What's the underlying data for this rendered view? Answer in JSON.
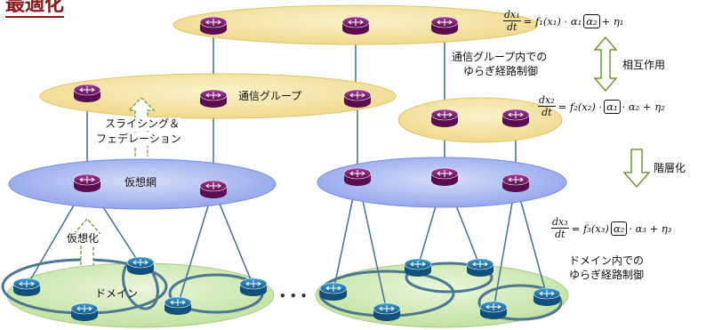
{
  "title": "最適化",
  "labels": {
    "comm_group": "通信グループ",
    "slicing_line1": "スライシング＆",
    "slicing_line2": "フェデレーション",
    "virtual_net": "仮想網",
    "virtualization": "仮想化",
    "domain": "ドメイン",
    "ellipsis": "• • •",
    "group_fluct_line1": "通信グループ内での",
    "group_fluct_line2": "ゆらぎ経路制御",
    "interaction": "相互作用",
    "hierarchy": "階層化",
    "domain_fluct_line1": "ドメイン内での",
    "domain_fluct_line2": "ゆらぎ経路制御"
  },
  "equations": {
    "eq1": {
      "num": "dx₁",
      "den": "dt",
      "pre": "= f₁(x₁) · α₁",
      "boxed": "α₂",
      "post": "+ η₁"
    },
    "eq2": {
      "num": "dx₂",
      "den": "dt",
      "pre": "= f₂(x₂) ·",
      "boxed": "α₁",
      "post": "· α₂ + η₂"
    },
    "eq3": {
      "num": "dx₃",
      "den": "dt",
      "pre": "= f₃(x₃)",
      "boxed": "α₂",
      "post": "· α₃ + η₃"
    }
  },
  "colors": {
    "title": "#8a1a1a",
    "yellow_layer": "#f3e6a6",
    "blue_layer": "#a9b8f2",
    "green_layer": "#d3ecb8",
    "router_purple": "#7b1a6e",
    "router_blue": "#1f73a8",
    "link": "#4a7891",
    "arrow_green": "#6f9a3a"
  }
}
